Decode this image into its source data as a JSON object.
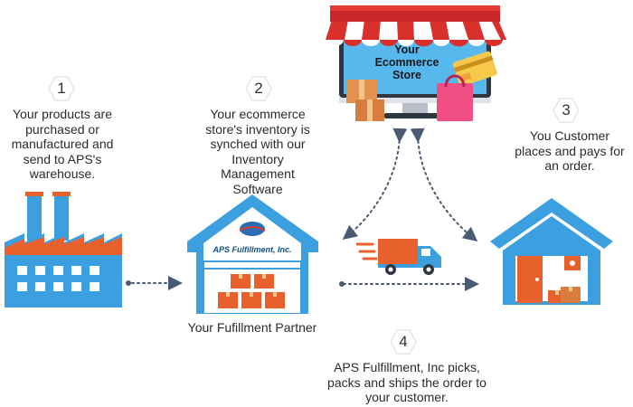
{
  "steps": [
    {
      "number": "1",
      "text": "Your products are\npurchased or\nmanufactured and\nsend to APS's\nwarehouse."
    },
    {
      "number": "2",
      "text": "Your ecommerce\nstore's inventory is\nsynched with our\nInventory\nManagement\nSoftware"
    },
    {
      "number": "3",
      "text": "You Customer\nplaces and pays for\nan order."
    },
    {
      "number": "4",
      "text": "APS Fulfillment, Inc picks,\npacks and ships the order to\nyour customer."
    }
  ],
  "store": {
    "label": "Your\nEcommerce\nStore"
  },
  "warehouse": {
    "brand": "APS Fulfillment, Inc.",
    "caption": "Your Fufillment Partner"
  },
  "icons": {
    "factory": "factory-icon",
    "warehouse": "warehouse-icon",
    "store": "ecommerce-store-monitor-icon",
    "house": "customer-house-icon",
    "truck": "delivery-truck-icon"
  },
  "colors": {
    "blue": "#3c9fe0",
    "orange": "#e8602c",
    "red": "#d9302c",
    "arrow": "#4a5a72"
  }
}
